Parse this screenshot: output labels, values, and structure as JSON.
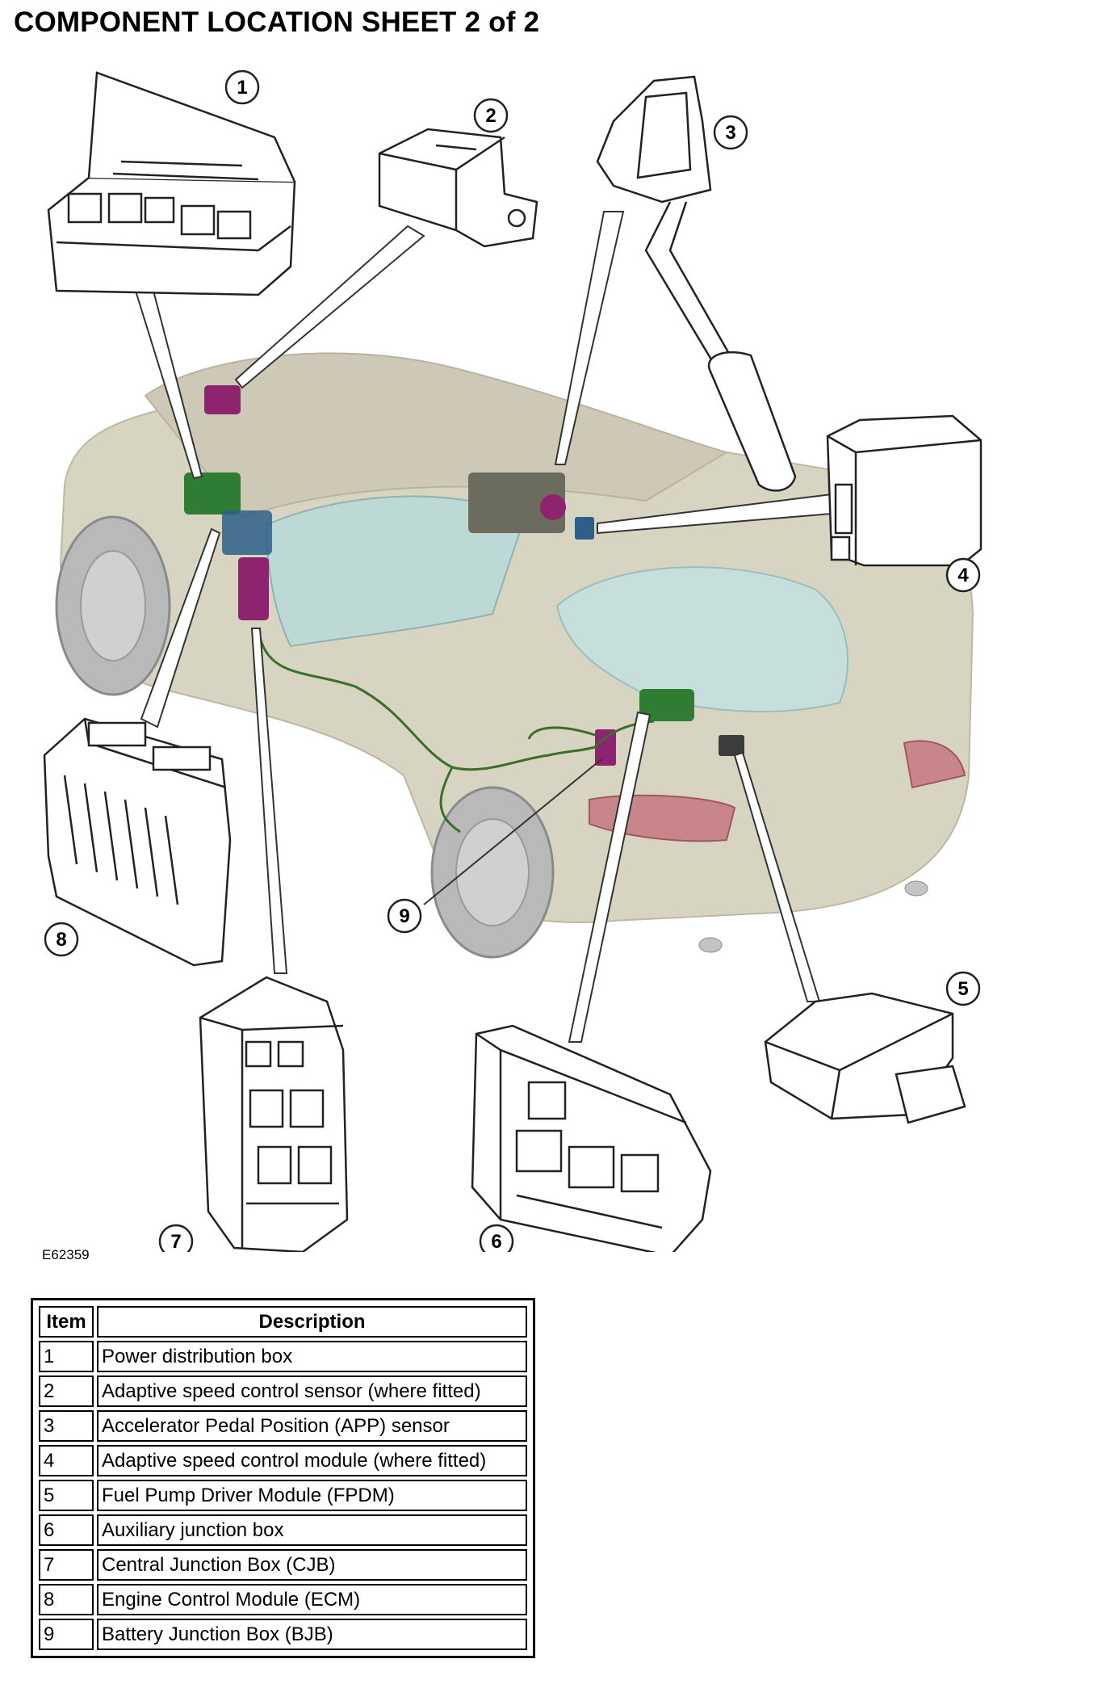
{
  "title": "COMPONENT LOCATION SHEET 2 of 2",
  "figure_id": "E62359",
  "callouts": [
    "1",
    "2",
    "3",
    "4",
    "5",
    "6",
    "7",
    "8",
    "9"
  ],
  "legend": {
    "headers": {
      "item": "Item",
      "description": "Description"
    },
    "rows": [
      {
        "item": "1",
        "description": "Power distribution box"
      },
      {
        "item": "2",
        "description": "Adaptive speed control sensor (where fitted)"
      },
      {
        "item": "3",
        "description": "Accelerator Pedal Position (APP) sensor"
      },
      {
        "item": "4",
        "description": "Adaptive speed control module (where fitted)"
      },
      {
        "item": "5",
        "description": "Fuel Pump Driver Module (FPDM)"
      },
      {
        "item": "6",
        "description": "Auxiliary junction box"
      },
      {
        "item": "7",
        "description": "Central Junction Box (CJB)"
      },
      {
        "item": "8",
        "description": "Engine Control Module (ECM)"
      },
      {
        "item": "9",
        "description": "Battery Junction Box (BJB)"
      }
    ]
  },
  "colors": {
    "car_body": "#d8d4c2",
    "glass": "#bcd9d6",
    "power_distribution_box_highlight": "#2e7d32",
    "cjb_highlight": "#8e2470",
    "ecm_highlight": "#2d5f8a",
    "harness": "#3b6e2b"
  }
}
